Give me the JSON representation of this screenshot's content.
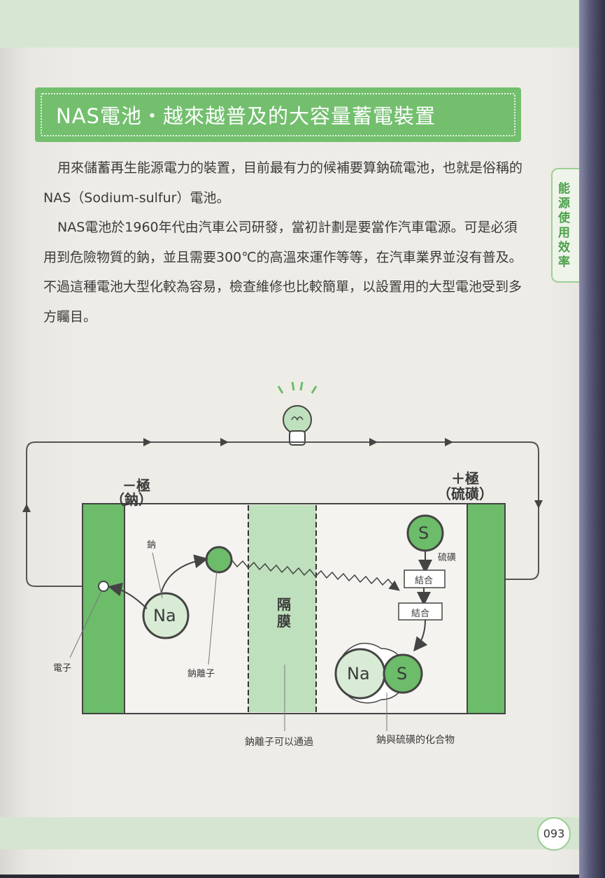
{
  "header": {
    "title": "NAS電池・越來越普及的大容量蓄電裝置"
  },
  "side_tab": {
    "label": "能源使用效率"
  },
  "body": {
    "paragraphs": [
      "用來儲蓄再生能源電力的裝置，目前最有力的候補要算鈉硫電池，也就是俗稱的NAS（Sodium-sulfur）電池。",
      "NAS電池於1960年代由汽車公司研發，當初計劃是要當作汽車電源。可是必須用到危險物質的鈉，並且需要300℃的高溫來運作等等，在汽車業界並沒有普及。不過這種電池大型化較為容易，檢查維修也比較簡單，以設置用的大型電池受到多方矚目。"
    ]
  },
  "diagram": {
    "negative_pole": "－極",
    "negative_material": "（鈉）",
    "positive_pole": "＋極",
    "positive_material": "（硫磺）",
    "sodium_label": "鈉",
    "electron_label": "電子",
    "sodium_ion_label": "鈉離子",
    "separator_label": "隔膜",
    "sulfur_label": "硫磺",
    "combine_1": "結合",
    "combine_2": "結合",
    "na_symbol": "Na",
    "s_symbol": "S",
    "compound_na": "Na",
    "compound_s": "S",
    "separator_caption": "鈉離子可以通過",
    "compound_caption": "鈉與硫磺的化合物",
    "colors": {
      "green": "#6cbc6a",
      "light_green": "#bfe0bc",
      "pale": "#d8ecd5"
    }
  },
  "footer": {
    "page_number": "093"
  }
}
